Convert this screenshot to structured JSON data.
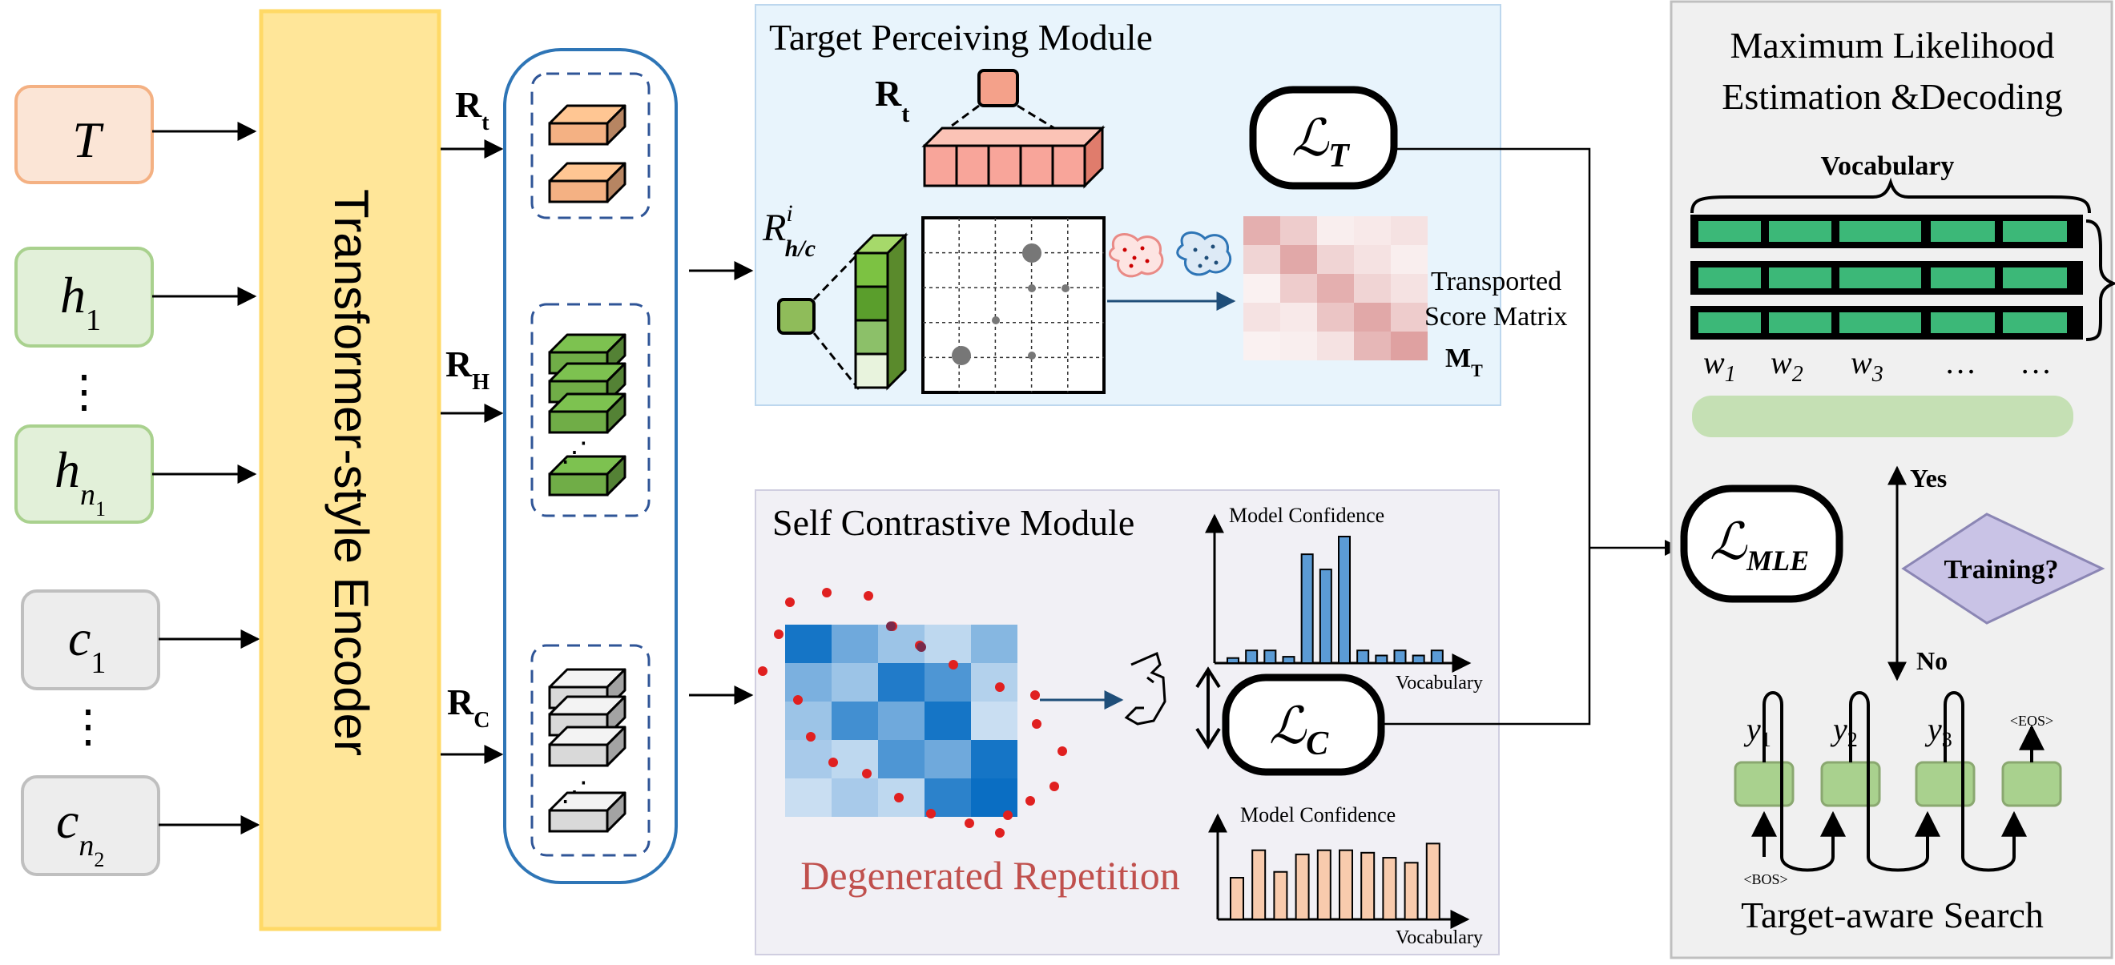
{
  "inputs": {
    "t": {
      "main": "T",
      "sub": ""
    },
    "h1": {
      "main": "h",
      "sub": "1"
    },
    "hn": {
      "main": "h",
      "sub": "n",
      "subsub": "1"
    },
    "c1": {
      "main": "c",
      "sub": "1"
    },
    "cn": {
      "main": "c",
      "sub": "n",
      "subsub": "2"
    },
    "ellipsis": "⋮"
  },
  "encoder": {
    "label": "Transformer-style Encoder"
  },
  "representations": {
    "rt": {
      "main": "R",
      "sub": "t"
    },
    "rh": {
      "main": "R",
      "sub": "H"
    },
    "rc": {
      "main": "R",
      "sub": "C"
    }
  },
  "target_module": {
    "title": "Target Perceiving Module",
    "rt_main": "R",
    "rt_sub": "t",
    "rhc_main": "R",
    "rhc_sub": "h/c",
    "rhc_sup": "i",
    "score_label_line1": "Transported",
    "score_label_line2": "Score Matrix",
    "score_symbol_main": "M",
    "score_symbol_sub": "T",
    "loss_main": "ℒ",
    "loss_sub": "T"
  },
  "contrastive_module": {
    "title": "Self Contrastive Module",
    "repetition_label": "Degenerated Repetition",
    "loss_main": "ℒ",
    "loss_sub": "C",
    "top_chart_title": "Model Confidence",
    "top_chart_xlabel": "Vocabulary",
    "bottom_chart_title": "Model Confidence",
    "bottom_chart_xlabel": "Vocabulary"
  },
  "mle_panel": {
    "title_line1": "Maximum Likelihood",
    "title_line2": "Estimation &Decoding",
    "vocab_label": "Vocabulary",
    "word_labels": [
      "w",
      "w",
      "w",
      "…",
      "…"
    ],
    "word_subs": [
      "1",
      "2",
      "3",
      "",
      ""
    ],
    "loss_main": "ℒ",
    "loss_sub": "MLE",
    "yes_label": "Yes",
    "no_label": "No",
    "decision_label": "Training?",
    "decoder_outputs_main": [
      "y",
      "y",
      "y"
    ],
    "decoder_outputs_sub": [
      "1",
      "2",
      "3"
    ],
    "eos_token": "<EOS>",
    "bos_token": "<BOS>",
    "search_label": "Target-aware Search"
  },
  "chart_data": [
    {
      "type": "bar",
      "title": "Model Confidence",
      "xlabel": "Vocabulary",
      "ylabel": "",
      "values": [
        0.04,
        0.1,
        0.1,
        0.05,
        0.86,
        0.74,
        1.0,
        0.1,
        0.06,
        0.1,
        0.06,
        0.1
      ]
    },
    {
      "type": "bar",
      "title": "Model Confidence",
      "xlabel": "Vocabulary",
      "ylabel": "",
      "values": [
        0.5,
        0.83,
        0.57,
        0.78,
        0.83,
        0.83,
        0.8,
        0.74,
        0.68,
        0.91
      ]
    }
  ],
  "colors": {
    "t_fill": "#fbe5d6",
    "t_stroke": "#f4b183",
    "h_fill": "#e2f0d9",
    "h_stroke": "#a9d18e",
    "c_fill": "#ededed",
    "c_stroke": "#bfbfbf",
    "encoder_fill": "#ffe699",
    "encoder_stroke": "#ffd966",
    "target_bg": "#e8f4fc",
    "contrast_bg": "#f1f0f5",
    "mle_bg": "#f0f0f0",
    "orange_block": "#f4b183",
    "green_block": "#70ad47",
    "gray_block": "#d9d9d9",
    "salmon": "#f8a59a",
    "blue_bar": "#5b9bd5",
    "peach_bar": "#f8cbad",
    "vocab_green": "#3cb878",
    "repetition_red": "#c0504d",
    "diamond": "#c9c3e6",
    "dec_green": "#a9d18e"
  }
}
